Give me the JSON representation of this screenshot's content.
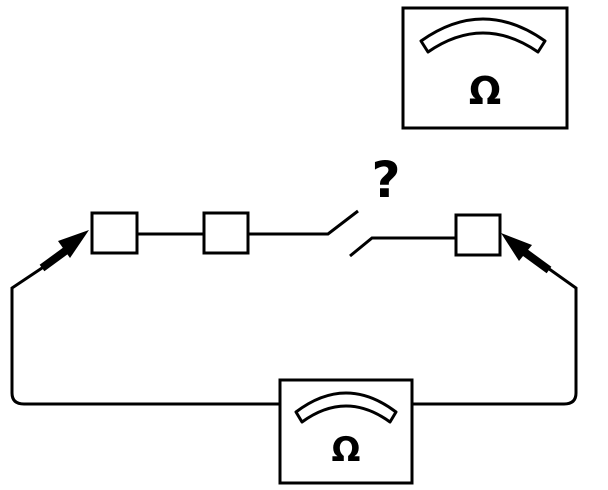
{
  "meter_symbol": "Ω",
  "switch_question": "?",
  "meters": [
    {
      "name": "ohmmeter-top",
      "symbol": "Ω"
    },
    {
      "name": "ohmmeter-bottom",
      "symbol": "Ω"
    }
  ],
  "connection_points": [
    "terminal-left",
    "terminal-middle",
    "terminal-right"
  ],
  "colors": {
    "stroke": "#000000",
    "fill": "#ffffff"
  }
}
